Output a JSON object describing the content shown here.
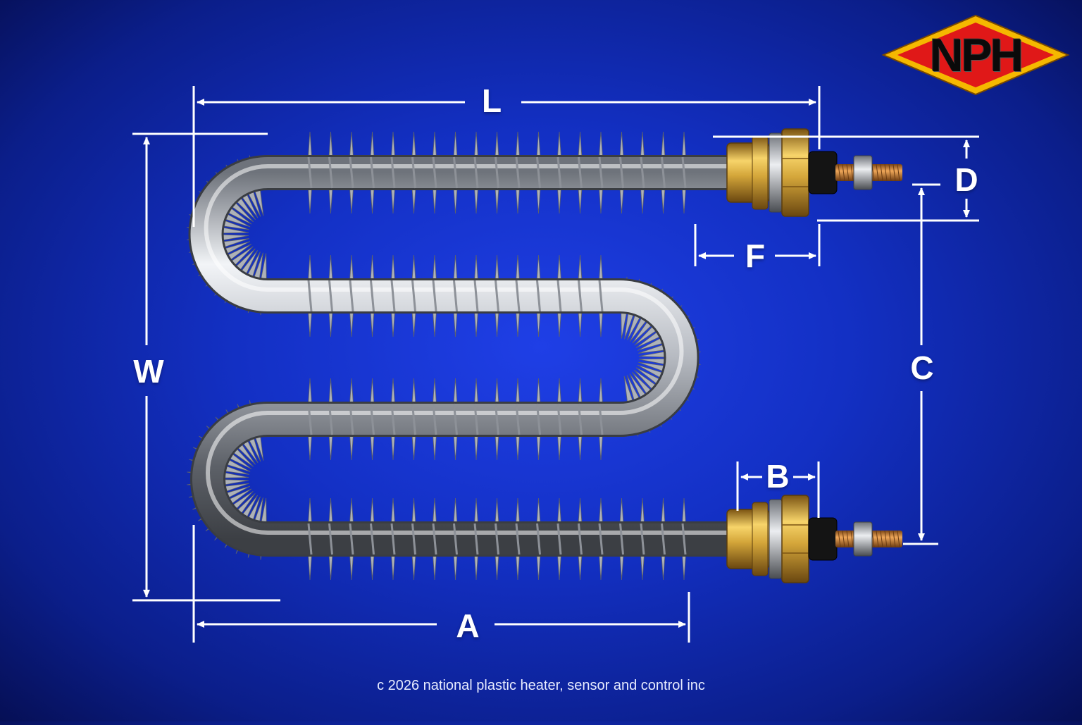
{
  "labels": {
    "L": "L",
    "W": "W",
    "A": "A",
    "B": "B",
    "C": "C",
    "D": "D",
    "F": "F"
  },
  "logo": {
    "text": "NPH",
    "colors": {
      "diamond": "#e01818",
      "border": "#f5b800",
      "text": "#0a0a0a"
    }
  },
  "footer": {
    "copyright": "c 2026 national plastic heater, sensor and control inc"
  },
  "colors": {
    "background": "#1330c4",
    "dimension_lines": "#ffffff",
    "tube": "#c9ccd2",
    "fins": "#aeb2b8",
    "brass": "#d4a63a",
    "copper_stud": "#c8802e"
  },
  "element": {
    "type": "finned tubular heater",
    "terminals": 2
  }
}
